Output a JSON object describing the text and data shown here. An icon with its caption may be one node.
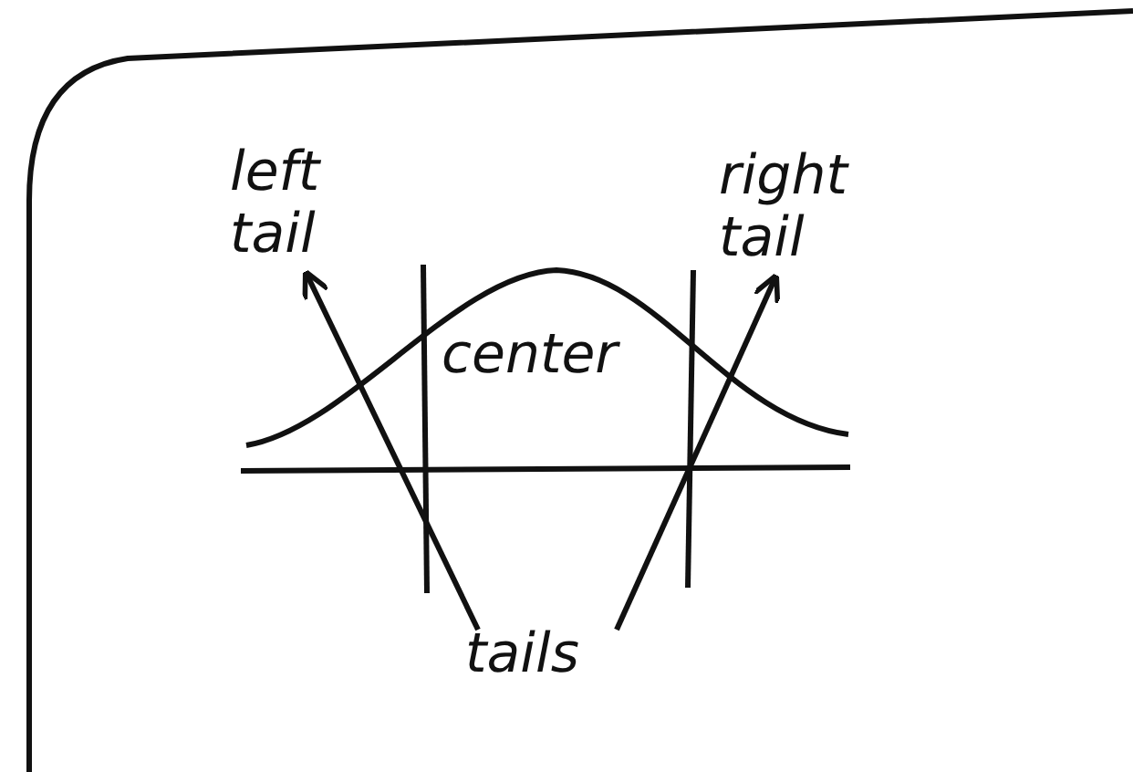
{
  "diagram": {
    "nodes": [
      {
        "text": [
          "left tail"
        ]
      },
      {
        "text": [
          "center"
        ]
      },
      {
        "text": [
          "right tail"
        ]
      },
      {
        "text": [
          "tails"
        ]
      }
    ],
    "edges": [
      {
        "from": 3,
        "to": 0,
        "arrow": "to"
      },
      {
        "from": 3,
        "to": 2,
        "arrow": "to"
      }
    ]
  }
}
